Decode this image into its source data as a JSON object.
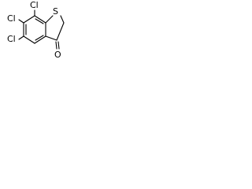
{
  "molecule": {
    "atom_labels": {
      "cl_top": "Cl",
      "cl_left_upper": "Cl",
      "cl_left_lower": "Cl",
      "sulfur": "S",
      "oxygen": "O"
    }
  },
  "colors": {
    "bond": "#000000",
    "label": "#000000",
    "background": "#ffffff"
  }
}
